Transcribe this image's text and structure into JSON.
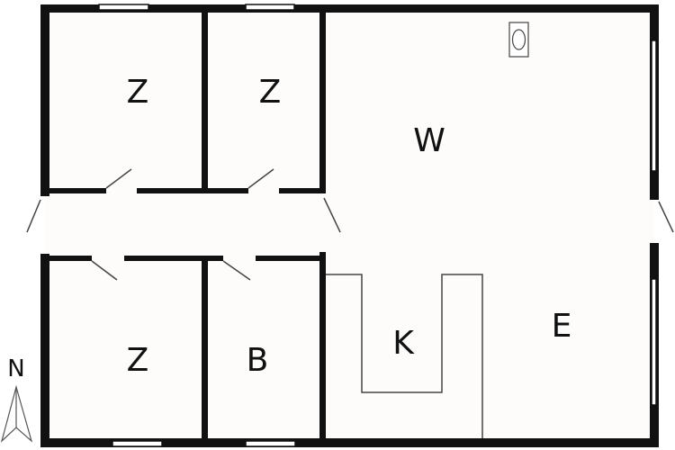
{
  "rooms": {
    "bedroom_top_left": "Z",
    "bedroom_top_middle": "Z",
    "living": "W",
    "bedroom_bottom_left": "Z",
    "bathroom": "B",
    "kitchen": "K",
    "dining": "E"
  },
  "compass": {
    "label": "N",
    "icon": "north-arrow-icon"
  },
  "colors": {
    "wall": "#111111",
    "floor": "#fdfcfa",
    "line": "#444444"
  }
}
